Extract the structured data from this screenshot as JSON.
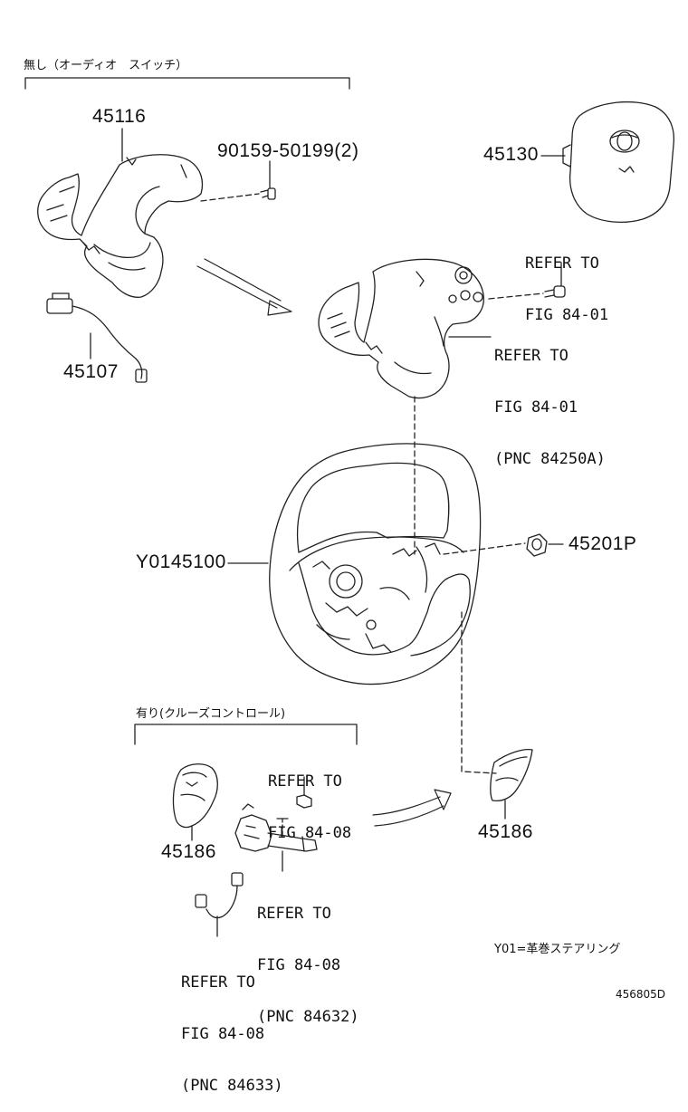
{
  "headers": {
    "no_audio_switch": "無し（オーディオ　スイッチ）",
    "with_cruise_control": "有り(クルーズコントロール)"
  },
  "parts": {
    "p45116": "45116",
    "p90159": "90159-50199(2)",
    "p45130": "45130",
    "p45107": "45107",
    "y0145100": "Y0145100",
    "p45201p": "45201P",
    "p45186_left": "45186",
    "p45186_right": "45186"
  },
  "refs": {
    "ref_84_01_top": [
      "REFER TO",
      "FIG 84-01"
    ],
    "ref_84_01_pnc": [
      "REFER TO",
      "FIG 84-01",
      "(PNC 84250A)"
    ],
    "ref_84_08_top": [
      "REFER TO",
      "FIG 84-08"
    ],
    "ref_84_08_pnc632": [
      "REFER TO",
      "FIG 84-08",
      "(PNC 84632)"
    ],
    "ref_84_08_pnc633": [
      "REFER TO",
      "FIG 84-08",
      "(PNC 84633)"
    ]
  },
  "footnote": "Y01=革巻ステアリング",
  "figure_code": "456805D"
}
